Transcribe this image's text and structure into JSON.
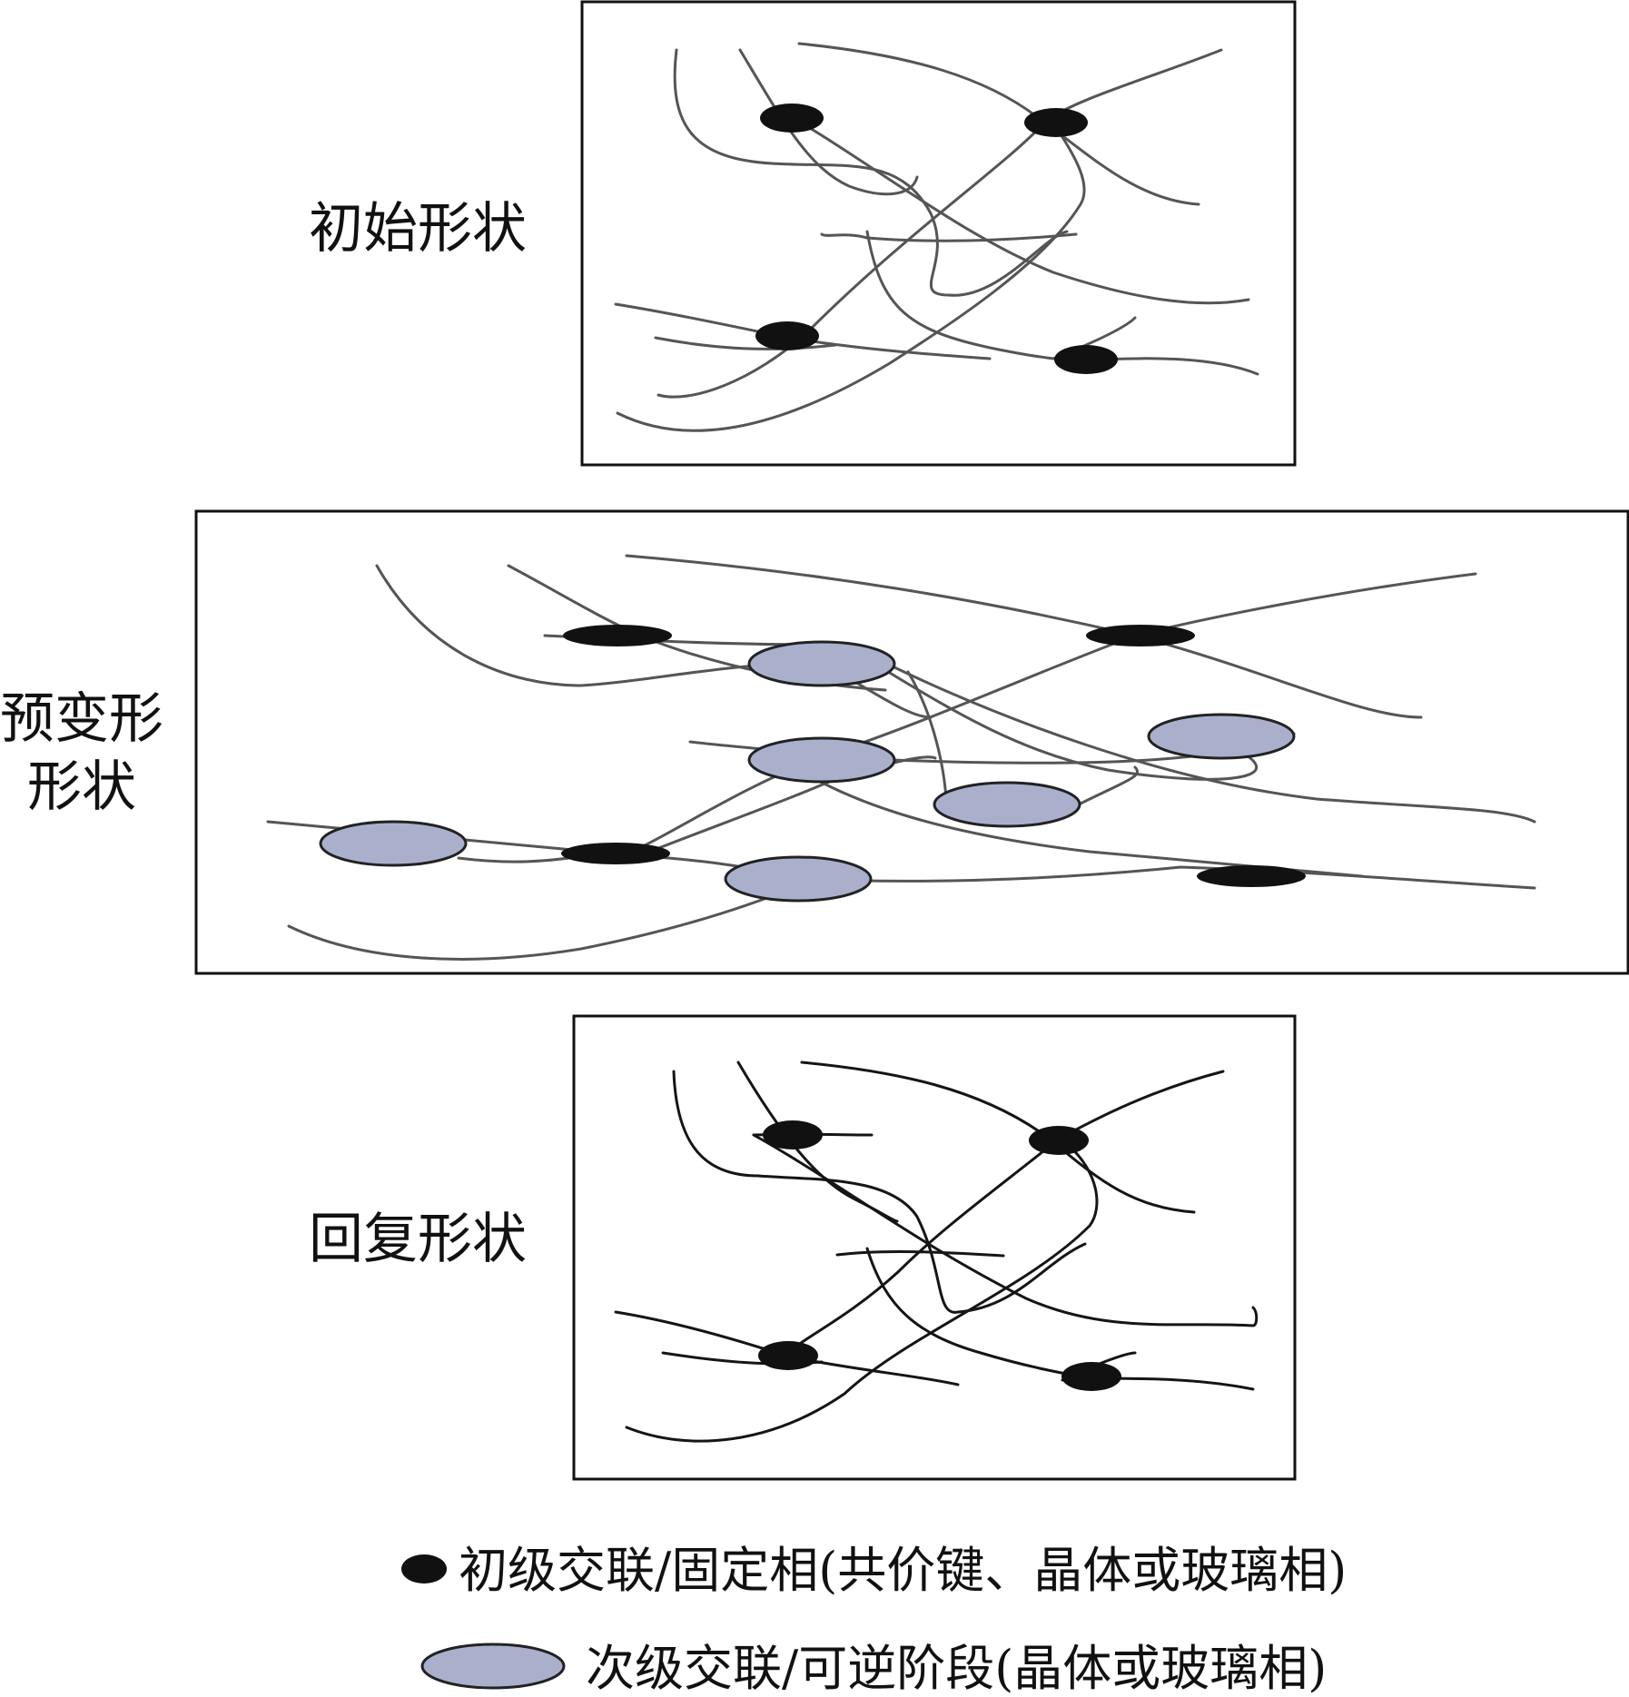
{
  "panels": {
    "initial": {
      "label": "初始形状"
    },
    "deformed": {
      "label_line1": "预变形",
      "label_line2": "形状"
    },
    "recovered": {
      "label": "回复形状"
    }
  },
  "legend": {
    "primary_text": "初级交联/固定相(共价键、晶体或玻璃相)",
    "secondary_text": "次级交联/可逆阶段(晶体或玻璃相)"
  },
  "colors": {
    "primary_node": "#111111",
    "secondary_node": "#aab0cc",
    "chain_initial": "#555555",
    "chain_deformed": "#555555",
    "chain_recovered": "#151515"
  }
}
